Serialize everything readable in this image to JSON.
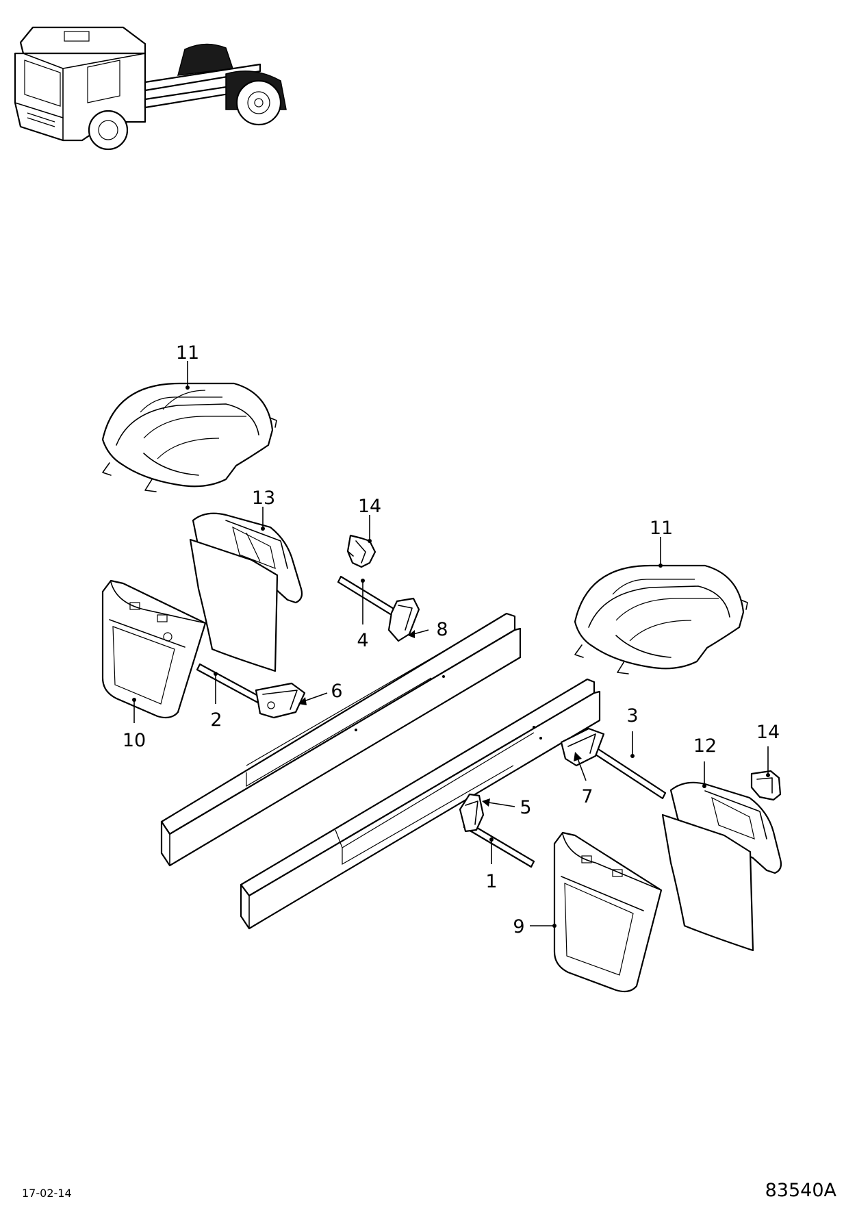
{
  "callouts": {
    "c11a": "11",
    "c13": "13",
    "c14a": "14",
    "c11b": "11",
    "c8": "8",
    "c4": "4",
    "c6": "6",
    "c2": "2",
    "c10": "10",
    "c3": "3",
    "c14b": "14",
    "c12": "12",
    "c7": "7",
    "c5": "5",
    "c1": "1",
    "c9": "9"
  },
  "footer": {
    "date": "17-02-14",
    "drawing_number": "83540A"
  }
}
